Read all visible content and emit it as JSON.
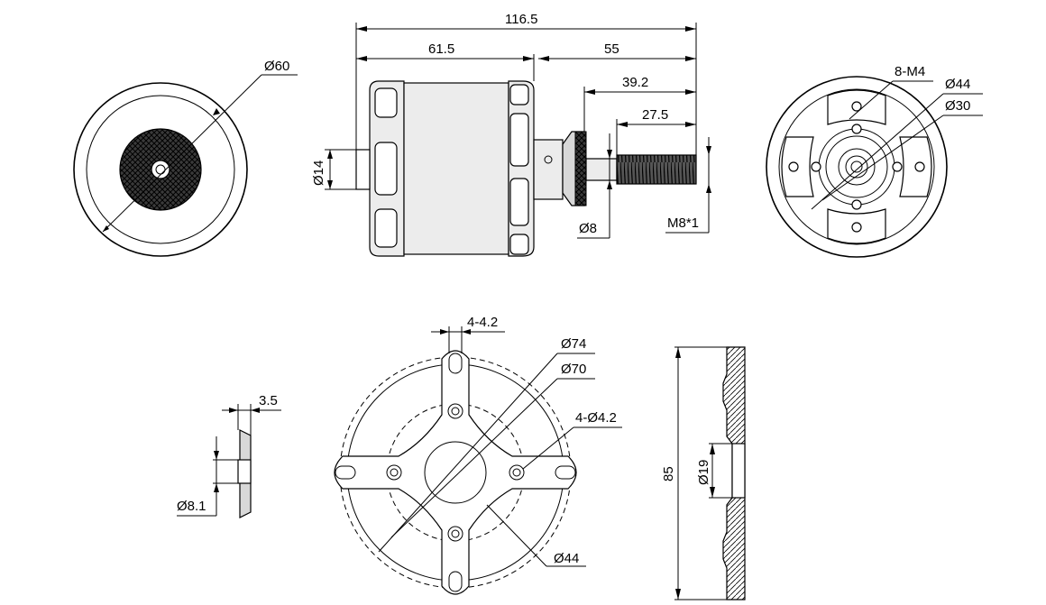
{
  "dimensions": {
    "overall_length": "116.5",
    "body_length": "61.5",
    "shaft_total": "55",
    "shaft_from_flange": "39.2",
    "thread_length": "27.5",
    "front_outer_dia": "Ø60",
    "shaft_base_dia": "Ø14",
    "shaft_dia": "Ø8",
    "thread_spec": "M8*1",
    "mount_holes": "8-M4",
    "mount_circle_outer": "Ø44",
    "mount_circle_inner": "Ø30",
    "spacer_thickness": "3.5",
    "spacer_bore": "Ø8.1",
    "cross_slot": "4-4.2",
    "cross_circle_outer": "Ø74",
    "cross_circle_mid": "Ø70",
    "cross_holes": "4-Ø4.2",
    "cross_circle_inner": "Ø44",
    "mount_height": "85",
    "mount_bore": "Ø19"
  },
  "colors": {
    "line": "#000000",
    "fill": "#d8d8d8",
    "background": "#ffffff"
  }
}
